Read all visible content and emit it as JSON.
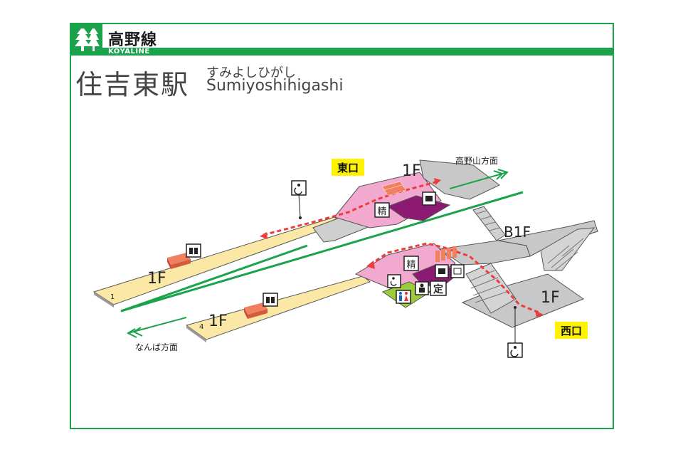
{
  "line": {
    "name": "高野線",
    "name_en": "KOYALINE"
  },
  "station": {
    "name": "住吉東駅",
    "kana": "すみよしひがし",
    "romaji": "Sumiyoshihigashi"
  },
  "exits": {
    "east": "東口",
    "west": "西口"
  },
  "floors": {
    "east_concourse": "1F",
    "platform_1": "1F",
    "platform_4": "1F",
    "underpass": "B1F",
    "west_concourse": "1F"
  },
  "platform_numbers": {
    "p1": "1",
    "p4": "4"
  },
  "directions": {
    "koyasan": "高野山方面",
    "namba": "なんば方面"
  },
  "facility_labels": {
    "seisan_east": "精",
    "seisan_west": "精",
    "teiki": "定"
  },
  "colors": {
    "line_green": "#1aa34a",
    "platform": "#fbe8a6",
    "concourse_pink": "#f2a9cf",
    "ticket_purple": "#8c1a73",
    "toilet_green": "#9ccc3a",
    "gray": "#b8b8b8",
    "route_red": "#ee3b3b",
    "exit_yellow": "#fff200"
  }
}
